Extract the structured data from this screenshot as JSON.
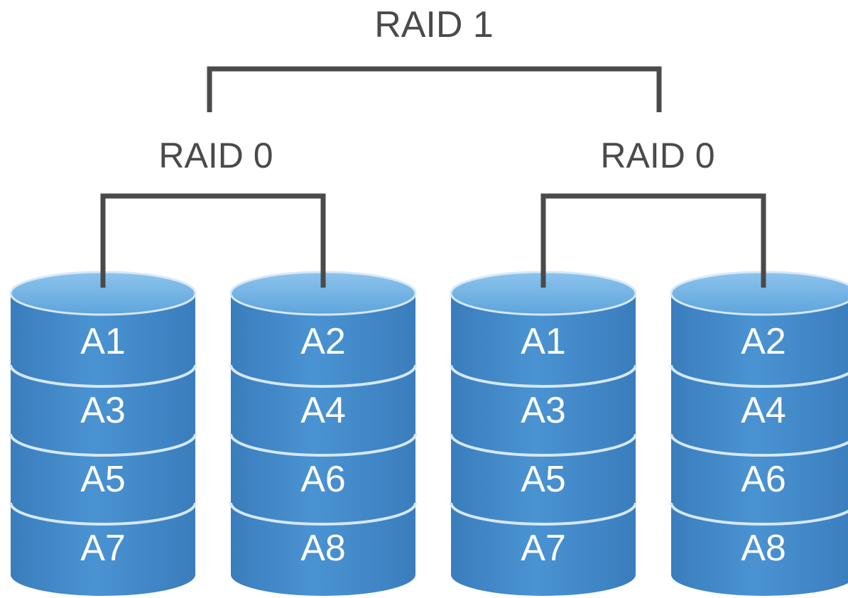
{
  "top_label": "RAID 1",
  "groups": [
    {
      "label": "RAID 0",
      "disks": [
        {
          "blocks": [
            "A1",
            "A3",
            "A5",
            "A7"
          ]
        },
        {
          "blocks": [
            "A2",
            "A4",
            "A6",
            "A8"
          ]
        }
      ]
    },
    {
      "label": "RAID 0",
      "disks": [
        {
          "blocks": [
            "A1",
            "A3",
            "A5",
            "A7"
          ]
        },
        {
          "blocks": [
            "A2",
            "A4",
            "A6",
            "A8"
          ]
        }
      ]
    }
  ],
  "colors": {
    "line": "#4a4a4a",
    "text": "#4a4a4a",
    "disk_body": "#3f84c6",
    "disk_body_light": "#4f98d6",
    "disk_top": "#7bb9e8",
    "disk_top_dark": "#5a9fd8",
    "separator": "#d6e8f7",
    "block_text": "#ffffff"
  }
}
